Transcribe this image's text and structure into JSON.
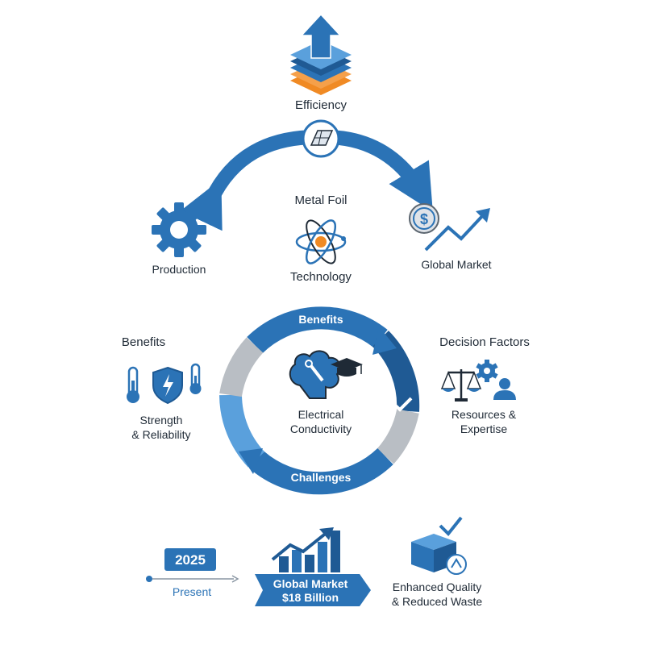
{
  "top": {
    "efficiency": "Efficiency",
    "metal_foil": "Metal Foil",
    "technology": "Technology",
    "production": "Production",
    "global_market": "Global Market",
    "icons": [
      "layers-up-arrow-icon",
      "solar-panel-icon",
      "gear-icon",
      "atom-icon",
      "dollar-coin-icon",
      "trend-up-arrow-icon"
    ]
  },
  "cycle": {
    "top_label": "Benefits",
    "bottom_label": "Challenges",
    "center_line1": "Electrical",
    "center_line2": "Conductivity",
    "icons": [
      "brain-wrench-icon",
      "graduation-cap-icon",
      "checkmark-icon"
    ]
  },
  "left": {
    "title": "Benefits",
    "line1": "Strength",
    "line2": "& Reliability",
    "icons": [
      "thermometer-icon",
      "shield-lightning-icon",
      "thermometer-icon"
    ]
  },
  "right": {
    "title": "Decision Factors",
    "line1": "Resources &",
    "line2": "Expertise",
    "icons": [
      "scale-icon",
      "gear-icon",
      "person-icon"
    ]
  },
  "bottom": {
    "year": "2025",
    "present": "Present",
    "market_line1": "Global Market",
    "market_line2": "$18 Billion",
    "quality_line1": "Enhanced Quality",
    "quality_line2": "& Reduced Waste",
    "icons": [
      "bar-chart-trend-icon",
      "box-recycle-icon",
      "checkmark-icon"
    ]
  },
  "colors": {
    "blue": "#2b73b6",
    "dark_blue": "#1f5a94",
    "light_blue": "#5aa0dc",
    "orange": "#f08a24",
    "gray": "#b9bec4"
  }
}
